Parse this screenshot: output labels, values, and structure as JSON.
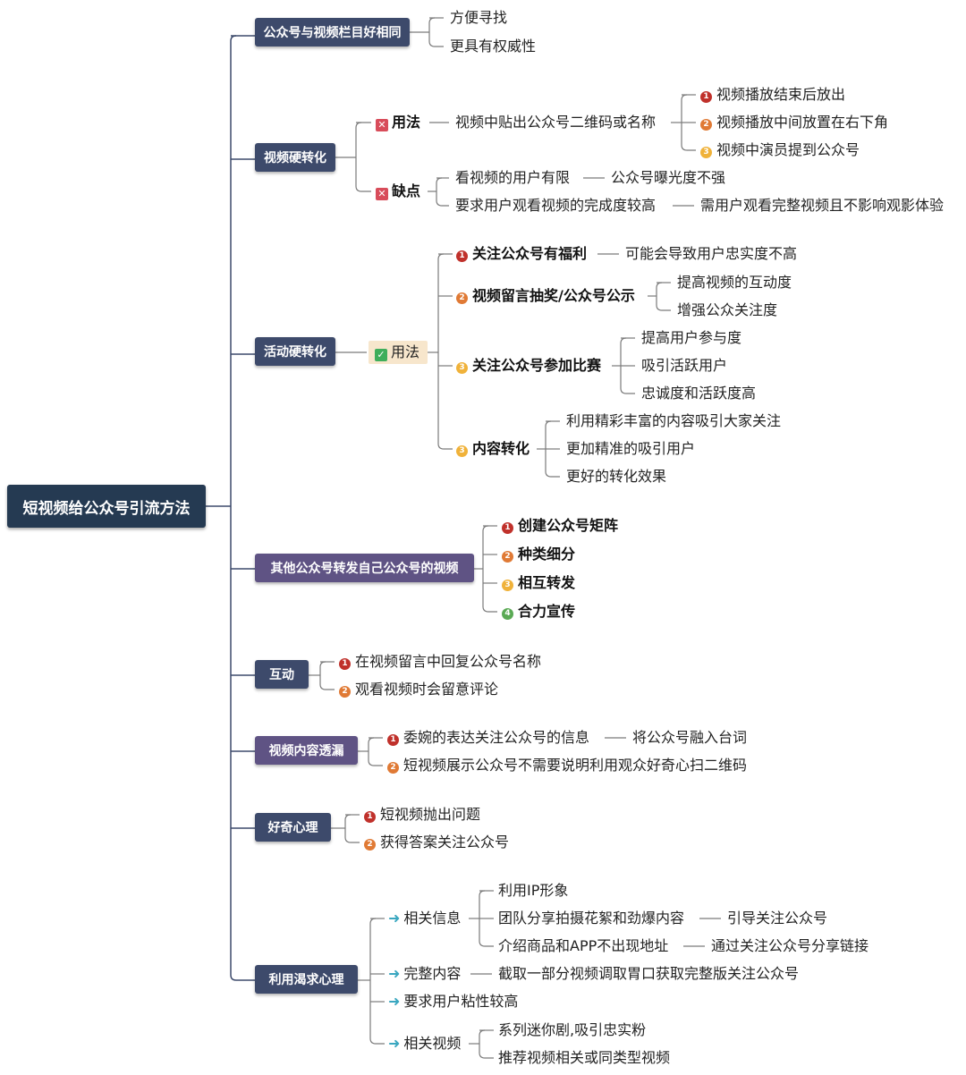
{
  "root": "短视频给公众号引流方法",
  "b1": {
    "label": "公众号与视频栏目好相同",
    "items": [
      "方便寻找",
      "更具有权威性"
    ]
  },
  "b2": {
    "label": "视频硬转化",
    "usage": "用法",
    "usage_text": "视频中贴出公众号二维码或名称",
    "usage_items": [
      "视频播放结束后放出",
      "视频播放中间放置在右下角",
      "视频中演员提到公众号"
    ],
    "flaw": "缺点",
    "flaw_items": [
      "看视频的用户有限",
      "要求用户观看视频的完成度较高"
    ],
    "flaw_results": [
      "公众号曝光度不强",
      "需用户观看完整视频且不影响观影体验"
    ]
  },
  "b3": {
    "label": "活动硬转化",
    "usage": "用法",
    "g1": "关注公众号有福利",
    "g1_res": "可能会导致用户忠实度不高",
    "g2": "视频留言抽奖/公众号公示",
    "g2_items": [
      "提高视频的互动度",
      "增强公众关注度"
    ],
    "g3": "关注公众号参加比赛",
    "g3_items": [
      "提高用户参与度",
      "吸引活跃用户",
      "忠诚度和活跃度高"
    ],
    "g4": "内容转化",
    "g4_items": [
      "利用精彩丰富的内容吸引大家关注",
      "更加精准的吸引用户",
      "更好的转化效果"
    ]
  },
  "b4": {
    "label": "其他公众号转发自己公众号的视频",
    "items": [
      "创建公众号矩阵",
      "种类细分",
      "相互转发",
      "合力宣传"
    ]
  },
  "b5": {
    "label": "互动",
    "items": [
      "在视频留言中回复公众号名称",
      "观看视频时会留意评论"
    ]
  },
  "b6": {
    "label": "视频内容透漏",
    "items": [
      "委婉的表达关注公众号的信息",
      "短视频展示公众号不需要说明利用观众好奇心扫二维码"
    ],
    "item1_res": "将公众号融入台词"
  },
  "b7": {
    "label": "好奇心理",
    "items": [
      "短视频抛出问题",
      "获得答案关注公众号"
    ]
  },
  "b8": {
    "label": "利用渴求心理",
    "h1": "相关信息",
    "h1_items": [
      "利用IP形象",
      "团队分享拍摄花絮和劲爆内容",
      "介绍商品和APP不出现地址"
    ],
    "h1_res": [
      "引导关注公众号",
      "通过关注公众号分享链接"
    ],
    "h2": "完整内容",
    "h2_res": "截取一部分视频调取胃口获取完整版关注公众号",
    "h3": "要求用户粘性较高",
    "h4": "相关视频",
    "h4_items": [
      "系列迷你剧,吸引忠实粉",
      "推荐视频相关或同类型视频"
    ]
  },
  "colors": {
    "root": "#253a52",
    "navy": "#3d4a6b",
    "purple": "#5f5384",
    "line": "#3d4a6b",
    "badge_red": "#c0312b",
    "badge_orange": "#e07a35",
    "badge_yellow": "#f0b23a",
    "badge_green": "#5aaa54"
  }
}
